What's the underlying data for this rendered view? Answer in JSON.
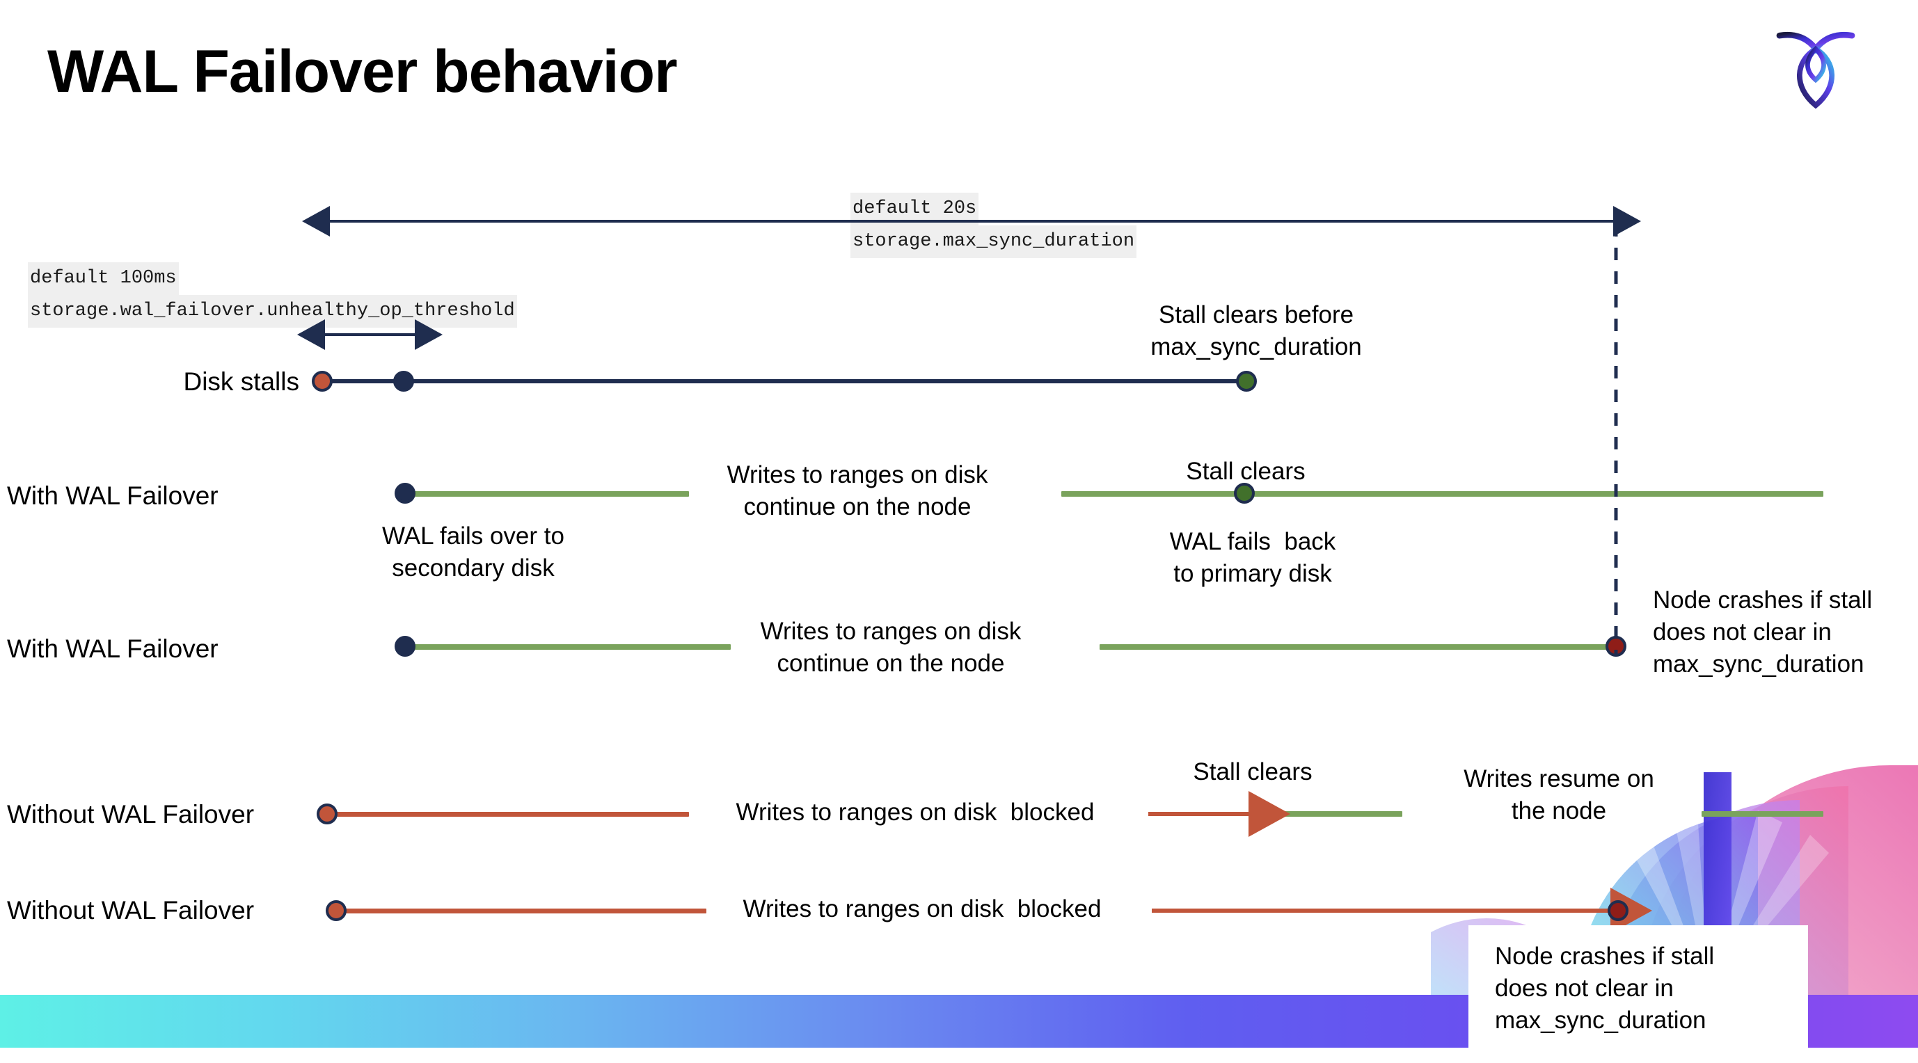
{
  "slide": {
    "title": "WAL Failover behavior",
    "logo_name": "cockroachdb-logo"
  },
  "colors": {
    "navy": "#1f2d4f",
    "green_line": "#7aa35c",
    "orange_line": "#c1553a",
    "dot_orange": "#c1553a",
    "dot_navy": "#1f2d4f",
    "dot_green": "#41702b",
    "dot_red": "#8f1d18",
    "code_bg": "#efefef"
  },
  "annotations": {
    "max_sync": {
      "default": "default 20s",
      "setting": "storage.max_sync_duration"
    },
    "unhealthy_op": {
      "default": "default 100ms",
      "setting": "storage.wal_failover.unhealthy_op_threshold"
    }
  },
  "rows": [
    {
      "label": "Disk stalls",
      "notes": [
        "Stall clears before\nmax_sync_duration"
      ]
    },
    {
      "label": "With WAL Failover",
      "notes": [
        "Writes to ranges on disk\ncontinue on the node",
        "Stall clears",
        "WAL fails over to\nsecondary disk",
        "WAL fails  back\nto primary disk"
      ]
    },
    {
      "label": "With WAL Failover",
      "notes": [
        "Writes to ranges on disk\ncontinue on the node",
        "Node crashes if stall\ndoes not clear in\nmax_sync_duration"
      ]
    },
    {
      "label": "Without WAL Failover",
      "notes": [
        "Writes to ranges on disk  blocked",
        "Stall clears",
        "Writes resume on\nthe node"
      ]
    },
    {
      "label": "Without WAL Failover",
      "notes": [
        "Writes to ranges on disk  blocked",
        "Node crashes if stall\ndoes not clear in\nmax_sync_duration"
      ]
    }
  ],
  "text": {
    "stall_clears_before": "Stall clears before\nmax_sync_duration",
    "stall_clears_1": "Stall clears",
    "stall_clears_2": "Stall clears",
    "writes_continue_1": "Writes to ranges on disk\ncontinue on the node",
    "writes_continue_2": "Writes to ranges on disk\ncontinue on the node",
    "wal_fails_over": "WAL fails over to\nsecondary disk",
    "wal_fails_back": "WAL fails  back\nto primary disk",
    "node_crashes_1": "Node crashes if stall\ndoes not clear in\nmax_sync_duration",
    "node_crashes_2": "Node crashes if stall\ndoes not clear in\nmax_sync_duration",
    "writes_blocked_1": "Writes to ranges on disk  blocked",
    "writes_blocked_2": "Writes to ranges on disk  blocked",
    "writes_resume": "Writes resume on\nthe node"
  },
  "row_labels": {
    "disk_stalls": "Disk stalls",
    "with_wal_1": "With WAL Failover",
    "with_wal_2": "With WAL Failover",
    "without_wal_1": "Without WAL Failover",
    "without_wal_2": "Without WAL Failover"
  }
}
